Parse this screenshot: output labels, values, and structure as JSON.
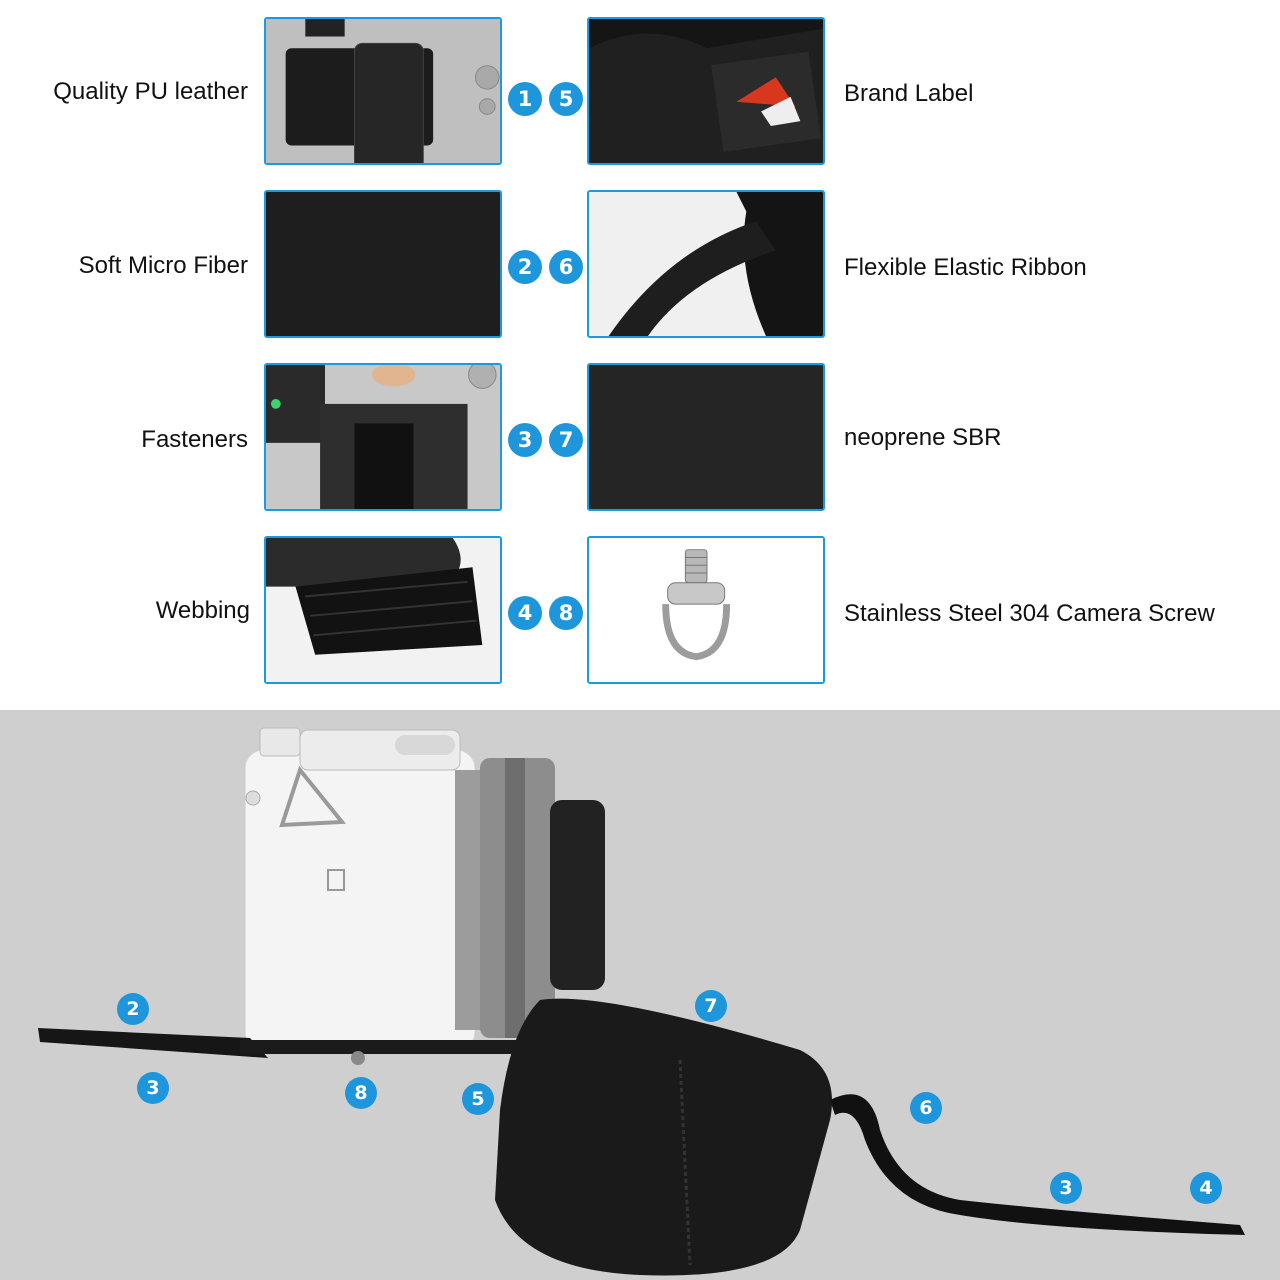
{
  "features": [
    {
      "number": "1",
      "label": "Quality PU leather",
      "image": "leather-strap-on-camera"
    },
    {
      "number": "2",
      "label": "Soft Micro Fiber",
      "image": "black-fabric-texture"
    },
    {
      "number": "3",
      "label": "Fasteners",
      "image": "hook-and-loop-fastener"
    },
    {
      "number": "4",
      "label": "Webbing",
      "image": "black-webbing-strap"
    },
    {
      "number": "5",
      "label": "Brand Label",
      "image": "woven-brand-tag"
    },
    {
      "number": "6",
      "label": "Flexible Elastic Ribbon",
      "image": "elastic-ribbon"
    },
    {
      "number": "7",
      "label": "neoprene SBR",
      "image": "neoprene-texture"
    },
    {
      "number": "8",
      "label": "Stainless Steel 304 Camera Screw",
      "image": "d-ring-camera-screw"
    }
  ],
  "callouts": [
    "2",
    "3",
    "8",
    "5",
    "7",
    "6",
    "3",
    "4"
  ],
  "colors": {
    "accent": "#1e96dc",
    "border": "#1a9be0",
    "backdrop": "#cfcfcf"
  }
}
